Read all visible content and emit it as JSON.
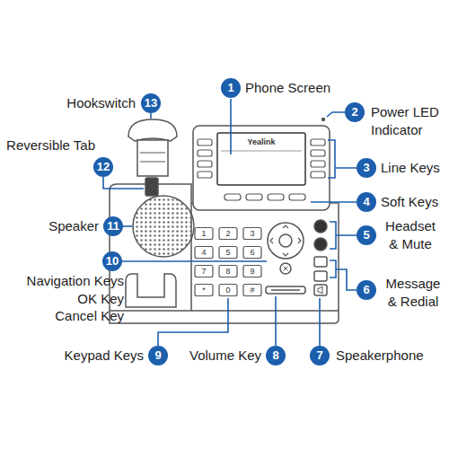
{
  "diagram": {
    "labels": [
      "1",
      "Phone Screen",
      "2",
      "Power LED Indicator",
      "3",
      "Line Keys",
      "4",
      "Soft Keys",
      "5",
      "Headset & Mute",
      "6",
      "Message & Redial",
      "7",
      "Speakerphone",
      "8",
      "Volume Key",
      "9",
      "Keypad Keys",
      "10",
      "Navigation Keys",
      "OK Key",
      "Cancel Key",
      "11",
      "Speaker",
      "12",
      "Reversible Tab",
      "13",
      "Hookswitch",
      "Yealink",
      "1",
      "2",
      "3",
      "4",
      "5",
      "6",
      "7",
      "8",
      "9",
      "*",
      "0",
      "#"
    ]
  }
}
